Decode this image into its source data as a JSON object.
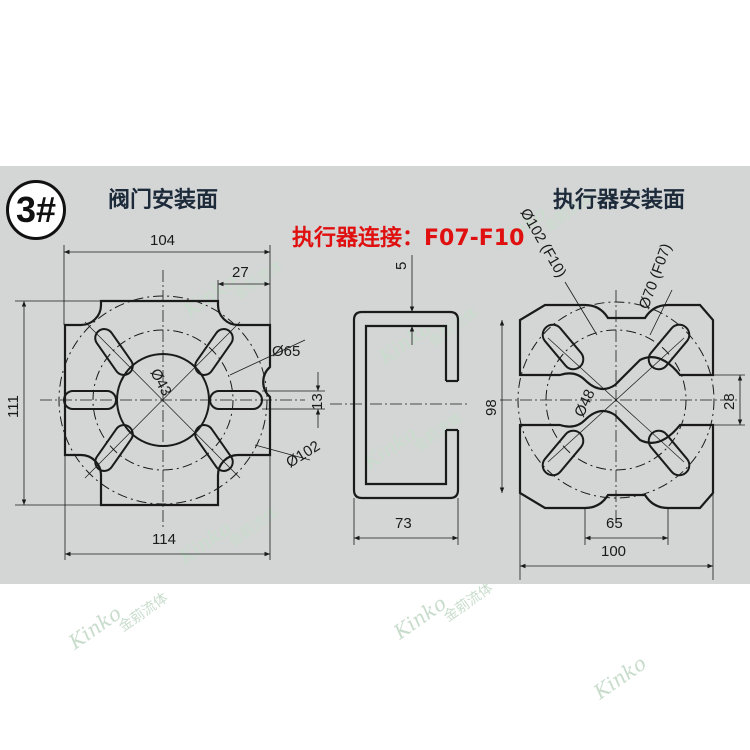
{
  "badge": "3#",
  "titles": {
    "valve_face": "阀门安装面",
    "actuator_face": "执行器安装面",
    "connection": "执行器连接：F07-F10"
  },
  "dims": {
    "valve_width_top": "104",
    "valve_inset": "27",
    "valve_height": "111",
    "valve_width_bottom": "114",
    "valve_bolt_circle_small": "Ø65",
    "valve_center_bore": "Ø43",
    "valve_bolt_circle_large": "Ø102",
    "valve_slot": "13",
    "side_gap": "5",
    "side_width": "73",
    "act_height": "98",
    "act_gap": "28",
    "act_center_bore": "Ø48",
    "act_inner": "65",
    "act_width": "100",
    "act_circle_large": "Ø102 (F10)",
    "act_circle_small": "Ø70 (F07)"
  },
  "colors": {
    "band": "#d4d6d6",
    "line": "#1a1a1a",
    "title": "#1c2a3a",
    "red": "#e01010",
    "watermark": "#c8dccc"
  },
  "watermark": {
    "brand": "Kinko",
    "cn": "金莂流体"
  }
}
